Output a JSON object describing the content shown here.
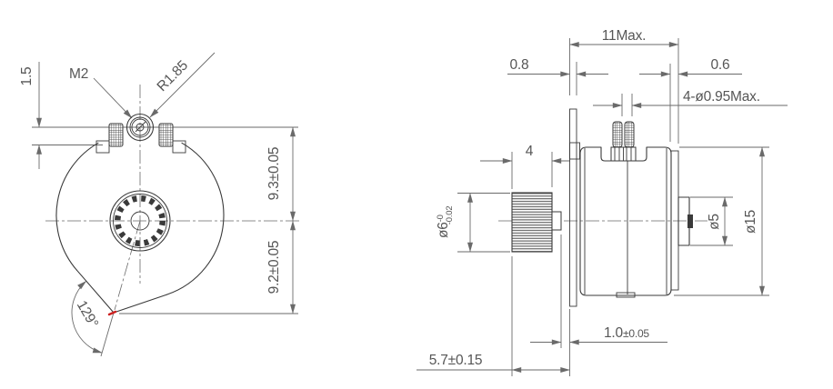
{
  "colors": {
    "object_line": "#3a3a3a",
    "dimension_line": "#6a6a6a",
    "text": "#565656",
    "vertex_highlight": "#cc2020",
    "background": "#ffffff"
  },
  "front_view": {
    "labels": {
      "plate_thickness": "1.5",
      "thread_callout": "M2",
      "radius_callout": "R1.85",
      "boss_to_center": "9.3±0.05",
      "center_to_vertex": "9.2±0.05",
      "vertex_angle": "129°"
    }
  },
  "side_view": {
    "labels": {
      "plate_offset": "0.8",
      "body_length": "11Max.",
      "rear_cover": "0.6",
      "pin_callout": "4-ø0.95Max.",
      "gear_width": "4",
      "shaft_dia": "ø6",
      "shaft_dia_tol_upper": "-0",
      "shaft_dia_tol_lower": "-0.02",
      "rear_hub_dia": "ø5",
      "body_dia": "ø15",
      "shaft_clearance": "1.0",
      "shaft_clearance_tol": "±0.05",
      "gear_face_to_plate": "5.7±0.15"
    }
  }
}
